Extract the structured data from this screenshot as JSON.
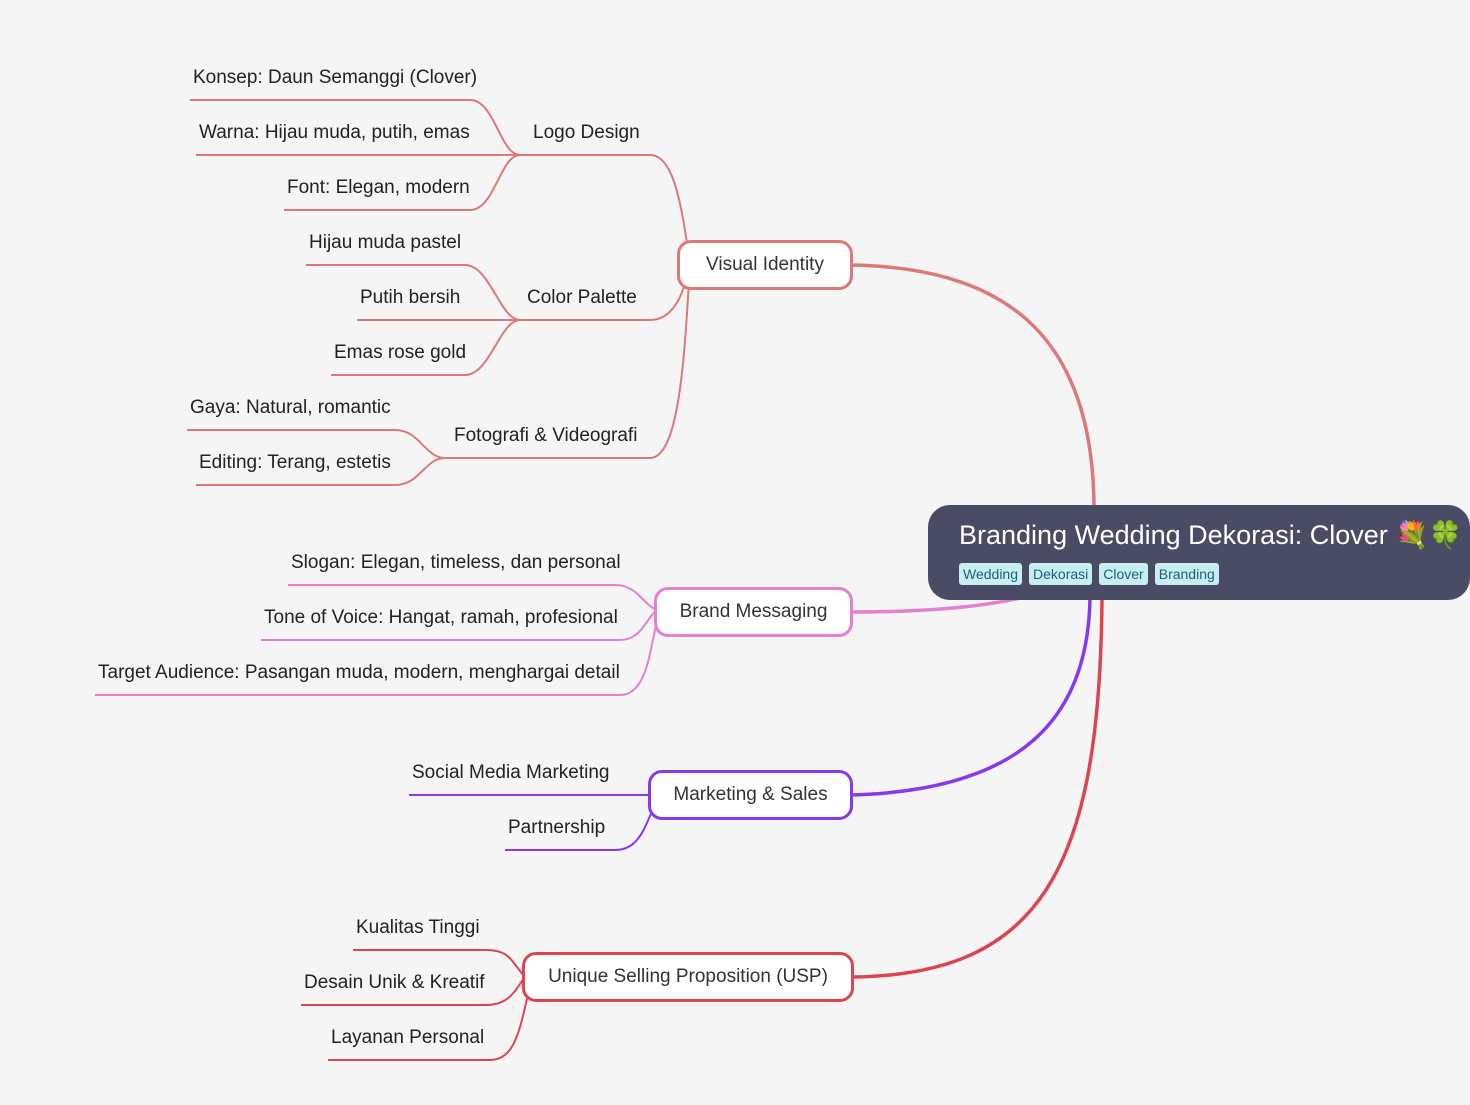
{
  "root": {
    "title": "Branding Wedding Dekorasi: Clover 💐🍀",
    "tags": [
      "Wedding",
      "Dekorasi",
      "Clover",
      "Branding"
    ]
  },
  "colors": {
    "visual": "#dd7878",
    "messaging": "#e67fcf",
    "marketing": "#8839ef",
    "usp": "#dc4452",
    "root_bg": "#4a4c66",
    "tag_bg": "#c8eef2"
  },
  "branches": [
    {
      "label": "Visual Identity",
      "subs": [
        {
          "label": "Logo Design",
          "leaves": [
            "Konsep: Daun Semanggi (Clover)",
            "Warna: Hijau muda, putih, emas",
            "Font: Elegan, modern"
          ]
        },
        {
          "label": "Color Palette",
          "leaves": [
            "Hijau muda pastel",
            "Putih bersih",
            "Emas rose gold"
          ]
        },
        {
          "label": "Fotografi & Videografi",
          "leaves": [
            "Gaya: Natural, romantic",
            "Editing: Terang, estetis"
          ]
        }
      ]
    },
    {
      "label": "Brand Messaging",
      "leaves": [
        "Slogan: Elegan, timeless, dan personal",
        "Tone of Voice: Hangat, ramah, profesional",
        "Target Audience: Pasangan muda, modern, menghargai detail"
      ]
    },
    {
      "label": "Marketing & Sales",
      "leaves": [
        "Social Media Marketing",
        "Partnership"
      ]
    },
    {
      "label": "Unique Selling Proposition (USP)",
      "leaves": [
        "Kualitas Tinggi",
        "Desain Unik & Kreatif",
        "Layanan Personal"
      ]
    }
  ]
}
